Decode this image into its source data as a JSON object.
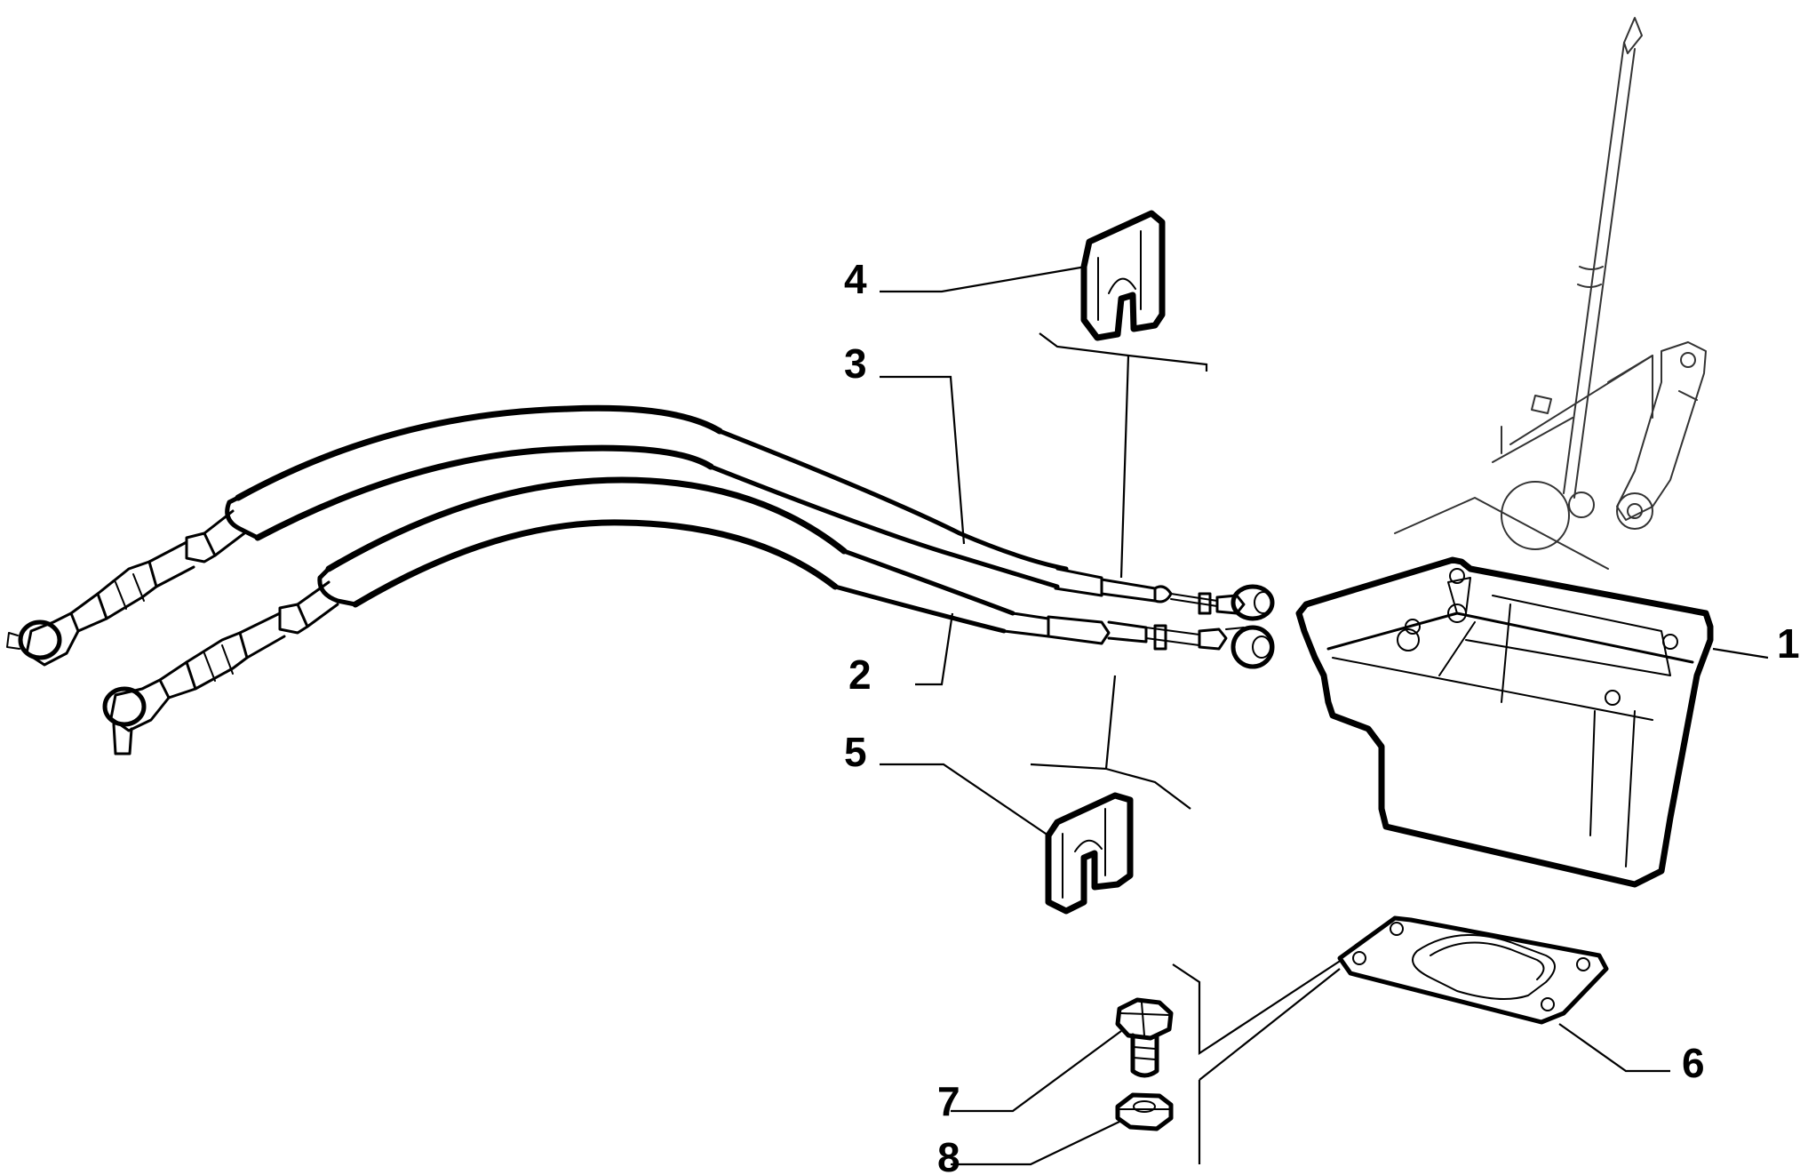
{
  "diagram": {
    "callouts": [
      {
        "id": "1",
        "label": "1",
        "part": "shift-lever-housing"
      },
      {
        "id": "2",
        "label": "2",
        "part": "selector-cable"
      },
      {
        "id": "3",
        "label": "3",
        "part": "engagement-cable"
      },
      {
        "id": "4",
        "label": "4",
        "part": "upper-retaining-clip"
      },
      {
        "id": "5",
        "label": "5",
        "part": "lower-retaining-clip"
      },
      {
        "id": "6",
        "label": "6",
        "part": "cover-plate"
      },
      {
        "id": "7",
        "label": "7",
        "part": "bolt"
      },
      {
        "id": "8",
        "label": "8",
        "part": "nut"
      }
    ],
    "line_color": "#000000",
    "background": "#ffffff"
  }
}
